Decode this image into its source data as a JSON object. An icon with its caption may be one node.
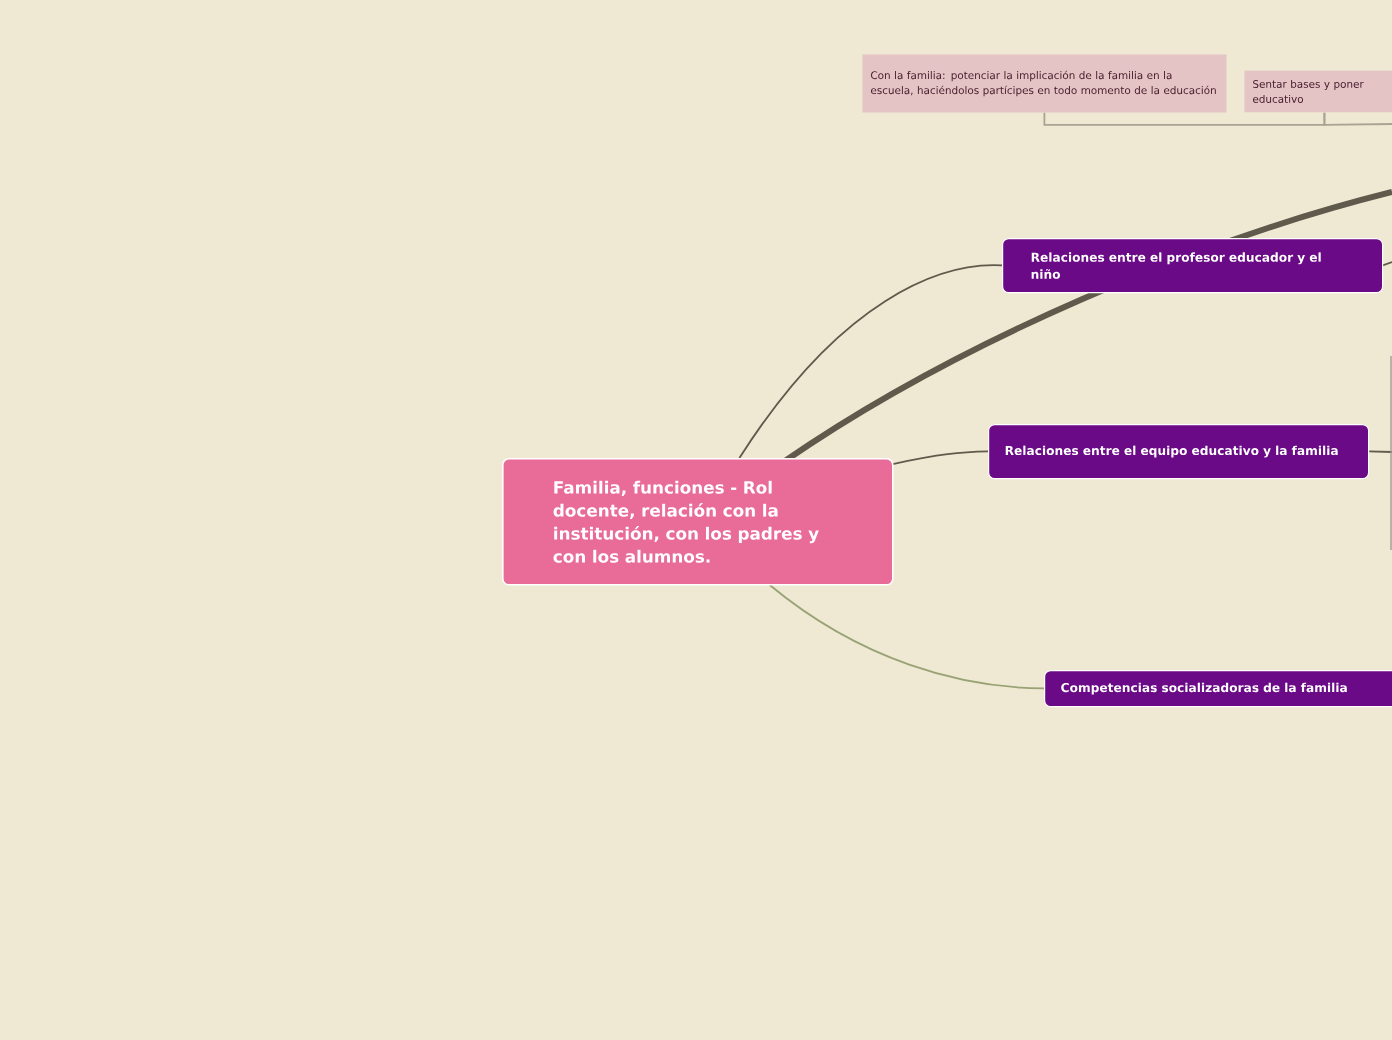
{
  "diagram": {
    "nodes": [
      {
        "text": [
          "Familia, funciones - Rol docente, relación con la institución, con los padres y con los alumnos."
        ]
      },
      {
        "text": [
          "Con la familia: potenciar la implicación de la familia en la escuela, haciéndolos partícipes en todo momento de la educación"
        ]
      },
      {
        "text": [
          "Sentar bases y poner educativo"
        ]
      },
      {
        "text": [
          "Relaciones entre el profesor educador y el niño"
        ]
      },
      {
        "text": [
          "Relaciones entre el equipo educativo y la familia"
        ]
      },
      {
        "text": [
          "Competencias socializadoras de la familia"
        ]
      }
    ],
    "edges": [
      {
        "from": 0,
        "to": 3,
        "arrow": "none"
      },
      {
        "from": 0,
        "to": null,
        "arrow": "none",
        "style": "thick"
      },
      {
        "from": 0,
        "to": 4,
        "arrow": "none"
      },
      {
        "from": 0,
        "to": 5,
        "arrow": "none",
        "color": "#98a274"
      },
      {
        "from": 1,
        "to": 2,
        "arrow": "none",
        "color": "#aaa395"
      },
      {
        "from": 2,
        "to": null,
        "arrow": "none",
        "color": "#aaa395"
      },
      {
        "from": 3,
        "to": null,
        "arrow": "none"
      },
      {
        "from": 4,
        "to": null,
        "arrow": "none"
      }
    ]
  }
}
